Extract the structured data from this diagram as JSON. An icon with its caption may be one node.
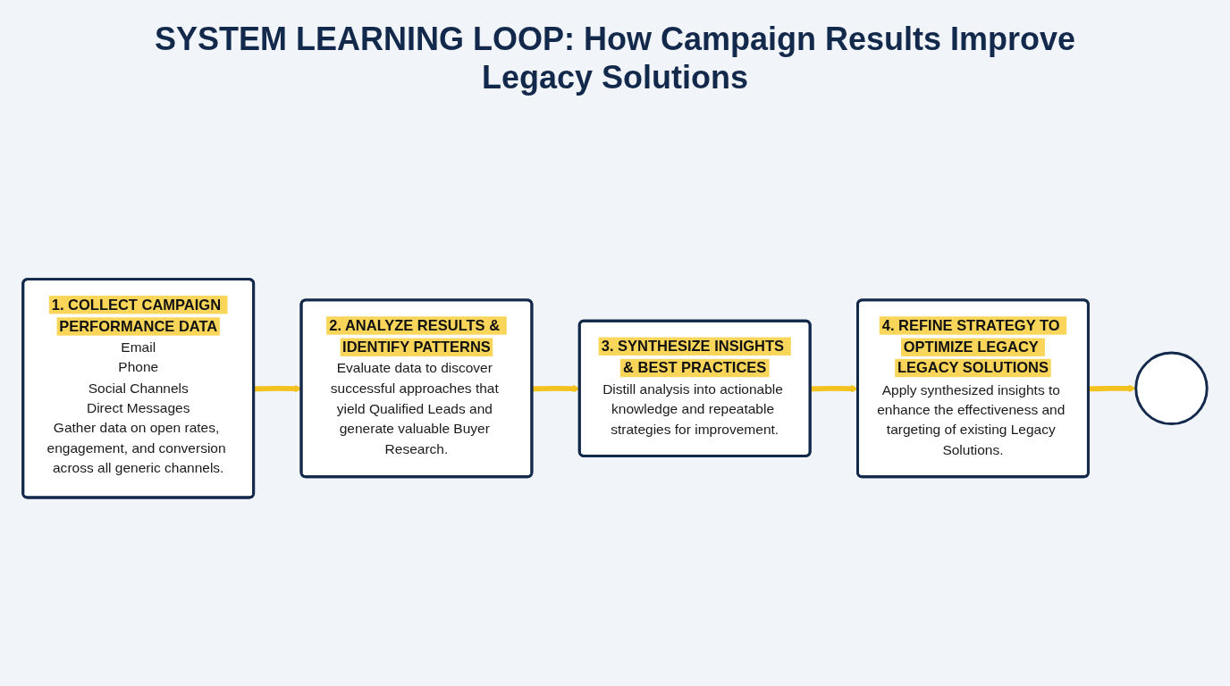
{
  "diagram": {
    "title": "SYSTEM LEARNING LOOP: How Campaign Results Improve Legacy Solutions",
    "nodes": [
      {
        "text": [],
        "shape": "circle"
      },
      {
        "text": [
          "1. COLLECT CAMPAIGN PERFORMANCE DATA",
          "Email",
          "Phone",
          "Social Channels",
          "Direct Messages",
          "Gather data on open rates, engagement, and conversion across all generic channels."
        ]
      },
      {
        "text": [
          "2. ANALYZE RESULTS & IDENTIFY PATTERNS",
          "Evaluate data to discover successful approaches that yield Qualified Leads and generate valuable Buyer Research."
        ]
      },
      {
        "text": [
          "3. SYNTHESIZE INSIGHTS & BEST PRACTICES",
          "Distill analysis into actionable knowledge and repeatable strategies for improvement."
        ]
      },
      {
        "text": [
          "4. REFINE STRATEGY TO OPTIMIZE LEGACY LEGACY SOLUTIONS",
          "Apply synthesized insights to enhance the effectiveness and targeting of existing Legacy Solutions."
        ]
      }
    ],
    "edges": [
      {
        "from": 1,
        "to": 2,
        "arrow": "to"
      },
      {
        "from": 2,
        "to": 3,
        "arrow": "to"
      },
      {
        "from": 3,
        "to": 4,
        "arrow": "to"
      },
      {
        "from": 4,
        "to": 0,
        "arrow": "to"
      }
    ]
  }
}
